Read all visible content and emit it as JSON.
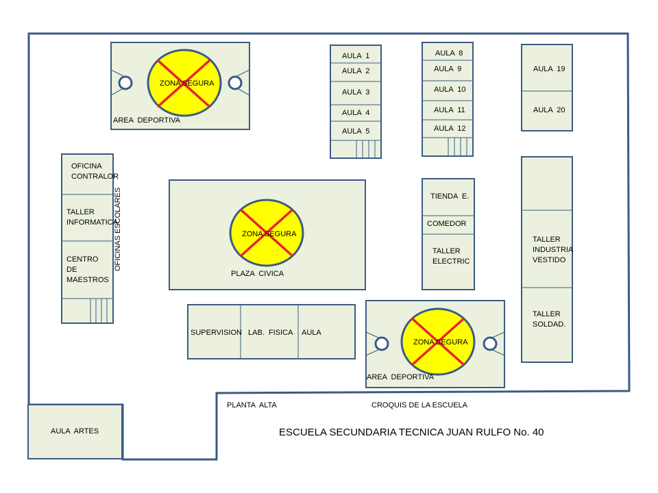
{
  "colors": {
    "outline": "#3a5a85",
    "room_fill": "#ebf1de",
    "zone_fill": "#ffff00",
    "cross": "#e8232e"
  },
  "areas": {
    "area_deportiva_top": "AREA  DEPORTIVA",
    "area_deportiva_bottom": "AREA  DEPORTIVA",
    "plaza_civica": "PLAZA  CIVICA"
  },
  "zones": {
    "label": "ZONA SEGURA",
    "count": 3,
    "icon": "x-mark"
  },
  "aulas_col1": [
    "AULA  1",
    "AULA  2",
    "AULA  3",
    "AULA  4",
    "AULA  5"
  ],
  "aulas_col2": [
    "AULA  8",
    "AULA  9",
    "AULA  10",
    "AULA  11",
    "AULA  12"
  ],
  "aulas_col3": [
    "AULA  19",
    "AULA  20"
  ],
  "oficinas": {
    "oficina_contralor": "OFICINA\nCONTRALOR",
    "taller_informatica": "TALLER\nINFORMATICA",
    "centro_maestros": "CENTRO\nDE\nMAESTROS",
    "vertical_label": "OFICINAS ESCOLARES"
  },
  "center_column": {
    "tienda": "TIENDA  E.",
    "comedor": "COMEDOR",
    "taller_electric": "TALLER\nELECTRIC"
  },
  "right_column": {
    "taller_industria": "TALLER\nINDUSTRIA\nVESTIDO",
    "taller_soldad": "TALLER\nSOLDAD."
  },
  "row_bottom": {
    "supervision": "SUPERVISION",
    "lab_fisica": "LAB.  FISICA",
    "aula": "AULA"
  },
  "aula_artes": "AULA  ARTES",
  "footer": {
    "planta_alta": "PLANTA  ALTA",
    "croquis": "CROQUIS DE LA ESCUELA",
    "school_name": "ESCUELA SECUNDARIA TECNICA JUAN RULFO No. 40"
  }
}
